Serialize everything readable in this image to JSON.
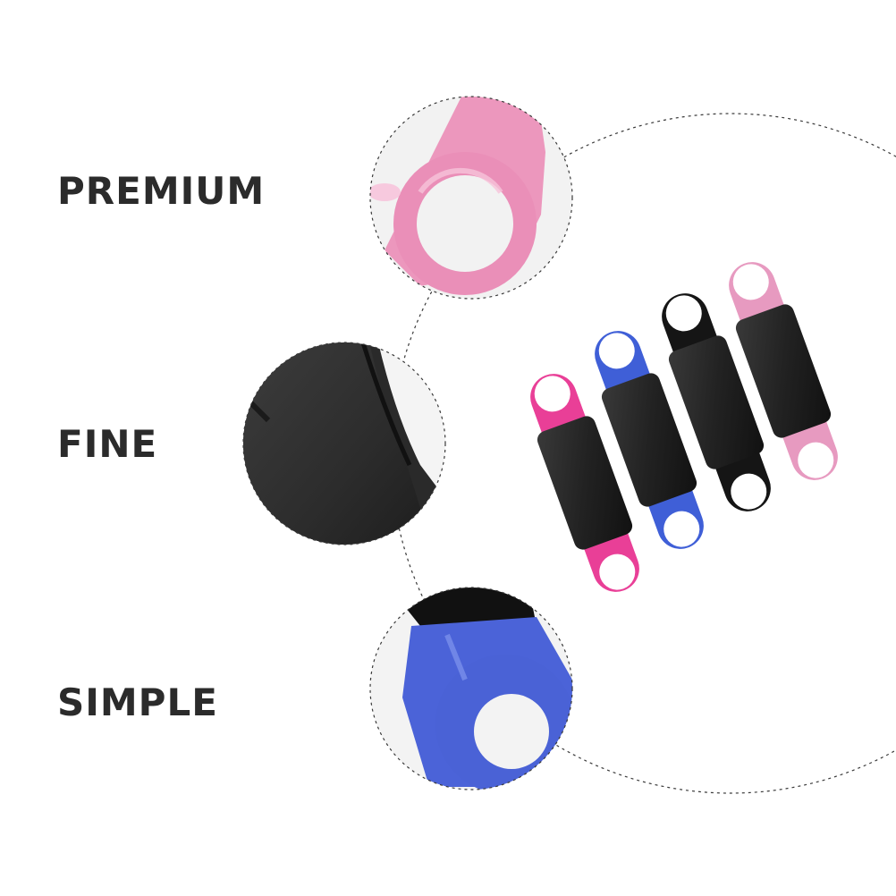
{
  "features": [
    {
      "id": "premium",
      "label": "PREMIUM",
      "detail_color": "#e98fb7",
      "detail_icon": "pink-loop-closeup"
    },
    {
      "id": "fine",
      "label": "FINE",
      "detail_color": "#2a2a2a",
      "detail_icon": "black-plate-closeup"
    },
    {
      "id": "simple",
      "label": "SIMPLE",
      "detail_color": "#4a63d6",
      "detail_icon": "blue-loop-closeup"
    }
  ],
  "products": [
    {
      "strap_color": "#e93f97",
      "plate_color": "#1f1f1f"
    },
    {
      "strap_color": "#3f5fd7",
      "plate_color": "#1f1f1f"
    },
    {
      "strap_color": "#151515",
      "plate_color": "#1f1f1f"
    },
    {
      "strap_color": "#e79ac0",
      "plate_color": "#1f1f1f"
    }
  ],
  "colors": {
    "text": "#2b2b2b",
    "dashed_outline": "#3a3a3a",
    "background": "#ffffff"
  }
}
